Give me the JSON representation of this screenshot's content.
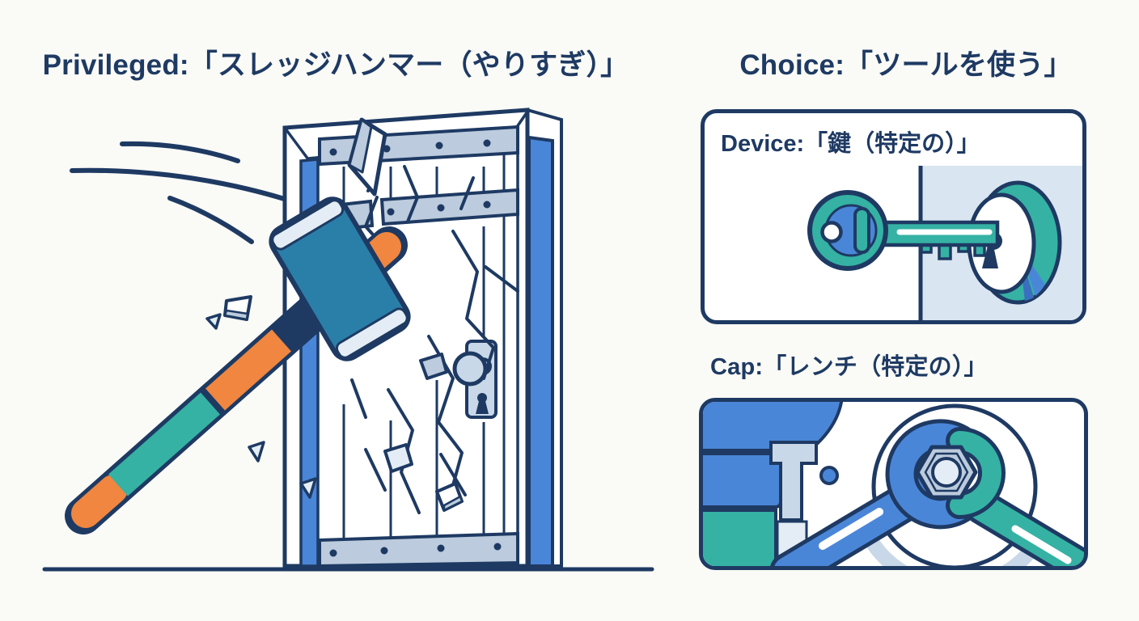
{
  "left": {
    "title": "Privileged:「スレッジハンマー（やりすぎ）」",
    "scene_icon": "sledgehammer-smashing-door"
  },
  "right": {
    "title": "Choice:「ツールを使う」",
    "device": {
      "title": "Device:「鍵（特定の）」",
      "scene_icon": "key-in-lock"
    },
    "cap": {
      "title": "Cap:「レンチ（特定の）」",
      "scene_icon": "wrench-turning-nut"
    }
  },
  "colors": {
    "background": "#fafaf6",
    "navy": "#1e3a63",
    "blue": "#4a86d8",
    "teal": "#35b2a4",
    "hammer_head": "#2a7fa9",
    "orange": "#f0863f",
    "steel": "#bccbdd",
    "steel_light": "#c9d8e8",
    "pale": "#e4edf5",
    "panel_blue_bg": "#d9e5f1"
  }
}
